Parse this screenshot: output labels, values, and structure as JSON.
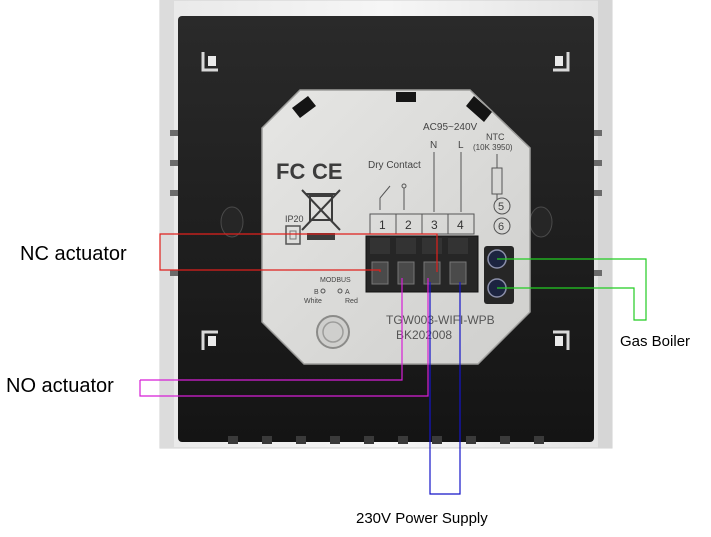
{
  "callouts": {
    "nc_actuator": "NC actuator",
    "no_actuator": "NO actuator",
    "gas_boiler": "Gas Boiler",
    "power_supply": "230V Power Supply"
  },
  "device": {
    "voltage": "AC95~240V",
    "dry_contact": "Dry  Contact",
    "n_label": "N",
    "l_label": "L",
    "ntc_label": "NTC",
    "ntc_spec": "(10K 3950)",
    "terminals": [
      "1",
      "2",
      "3",
      "4"
    ],
    "sensor_terminals": [
      "5",
      "6"
    ],
    "ip_rating": "IP20",
    "modbus": "MODBUS",
    "modbus_b": "B",
    "modbus_a": "A",
    "modbus_white": "White",
    "modbus_red": "Red",
    "model": "TGW003-WIFI-WPB",
    "serial": "BK202008",
    "fcc_mark": "FC",
    "ce_mark": "CE"
  },
  "colors": {
    "nc_wire": "#e0201c",
    "no_wire": "#d61fd6",
    "power_wire": "#1414c8",
    "boiler_wire": "#22cc22"
  }
}
